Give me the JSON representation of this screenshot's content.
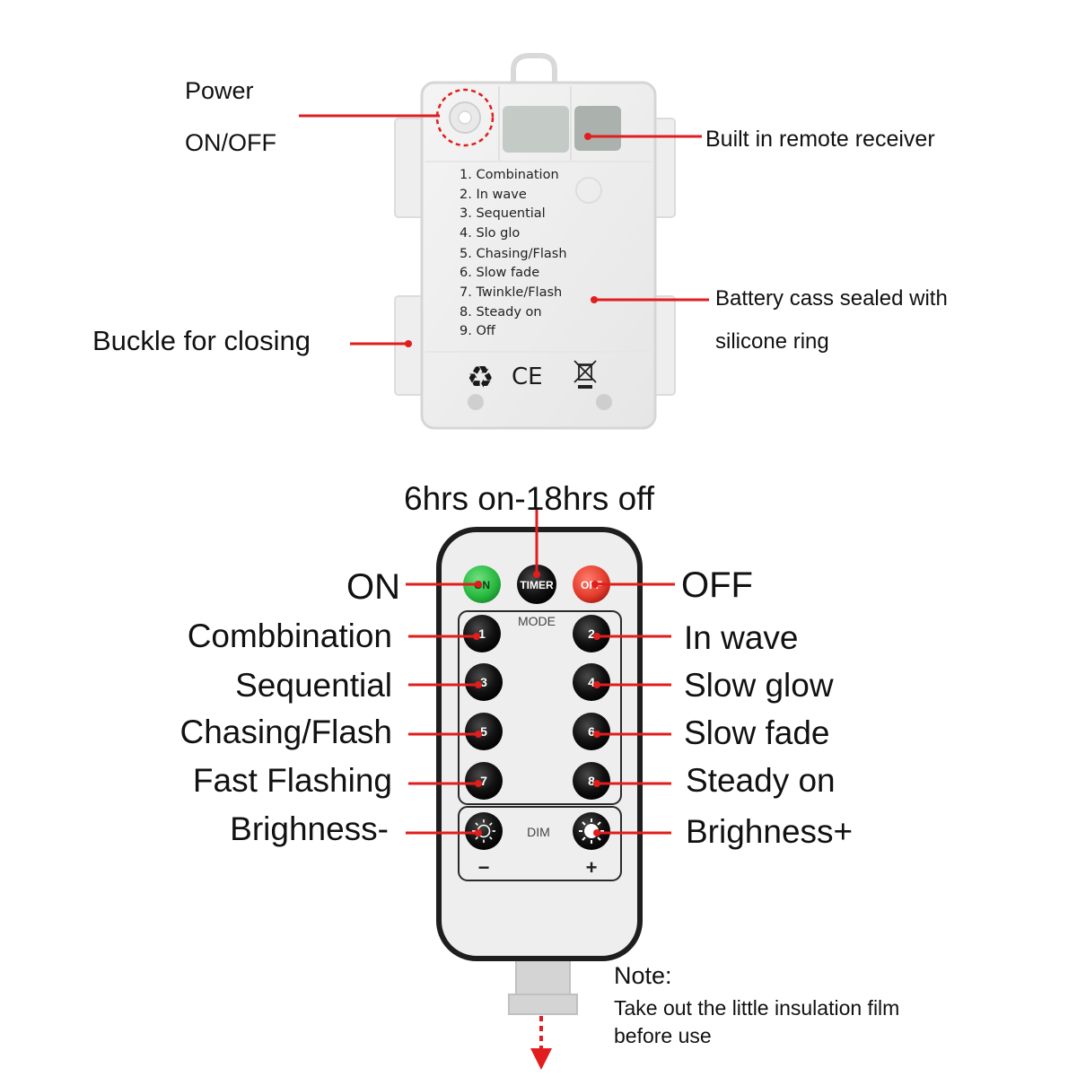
{
  "battery_box": {
    "labels": {
      "power_line1": "Power",
      "power_line2": "ON/OFF",
      "receiver": "Built in remote receiver",
      "buckle": "Buckle for closing",
      "sealed_line1": "Battery cass sealed with",
      "sealed_line2": "silicone ring"
    },
    "printed_modes": [
      "1. Combination",
      "2. In wave",
      "3. Sequential",
      "4. Slo glo",
      "5. Chasing/Flash",
      "6. Slow fade",
      "7. Twinkle/Flash",
      "8. Steady on",
      "9. Off"
    ],
    "marks": {
      "ce": "CE"
    }
  },
  "remote": {
    "timer_caption": "6hrs on-18hrs off",
    "on_label": "ON",
    "off_label": "OFF",
    "buttons": {
      "on": "ON",
      "timer": "TIMER",
      "off": "OFF",
      "mode": "MODE",
      "dim": "DIM",
      "minus": "−",
      "plus": "+"
    },
    "left_labels": [
      "Combbination",
      "Sequential",
      "Chasing/Flash",
      "Fast Flashing",
      "Brighness-"
    ],
    "right_labels": [
      "In wave",
      "Slow glow",
      "Slow fade",
      "Steady on",
      "Brighness+"
    ],
    "left_numbers": [
      "1",
      "3",
      "5",
      "7"
    ],
    "right_numbers": [
      "2",
      "4",
      "6",
      "8"
    ]
  },
  "note": {
    "title": "Note:",
    "body": "Take out the little insulation film before use"
  },
  "colors": {
    "leader": "#e11d1d",
    "on_button": "#27b83f",
    "off_button": "#e23a2a",
    "button_dark": "#151515"
  }
}
